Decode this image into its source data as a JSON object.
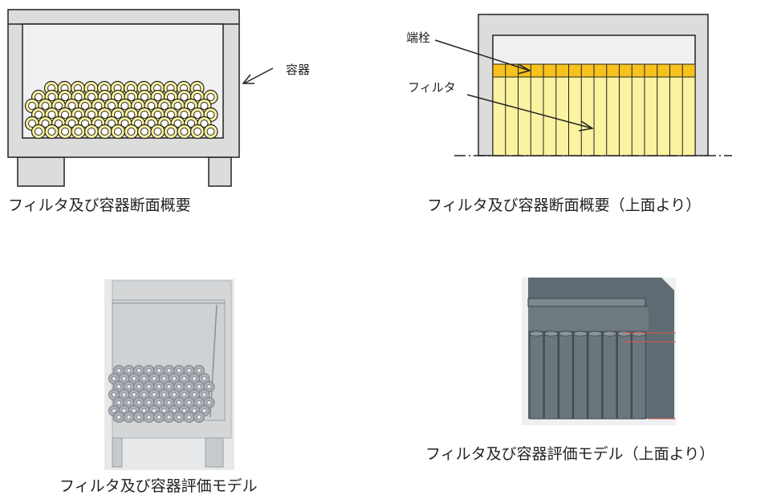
{
  "panels": {
    "cross_section": {
      "caption": "フィルタ及び容器断面概要",
      "labels": {
        "container": "容器"
      }
    },
    "top_section": {
      "caption": "フィルタ及び容器断面概要（上面より）",
      "labels": {
        "end_plug": "端栓",
        "filter": "フィルタ"
      }
    },
    "eval_model": {
      "caption": "フィルタ及び容器評価モデル"
    },
    "eval_model_top": {
      "caption": "フィルタ及び容器評価モデル（上面より）"
    }
  },
  "colors": {
    "container_wall": "#dcdcdc",
    "container_inner": "#f0f0f0",
    "filter_fill": "#fbf3a0",
    "end_plug": "#f6c21b",
    "model_gray": "#c9cbcd",
    "model_dark": "#5e6b72"
  }
}
